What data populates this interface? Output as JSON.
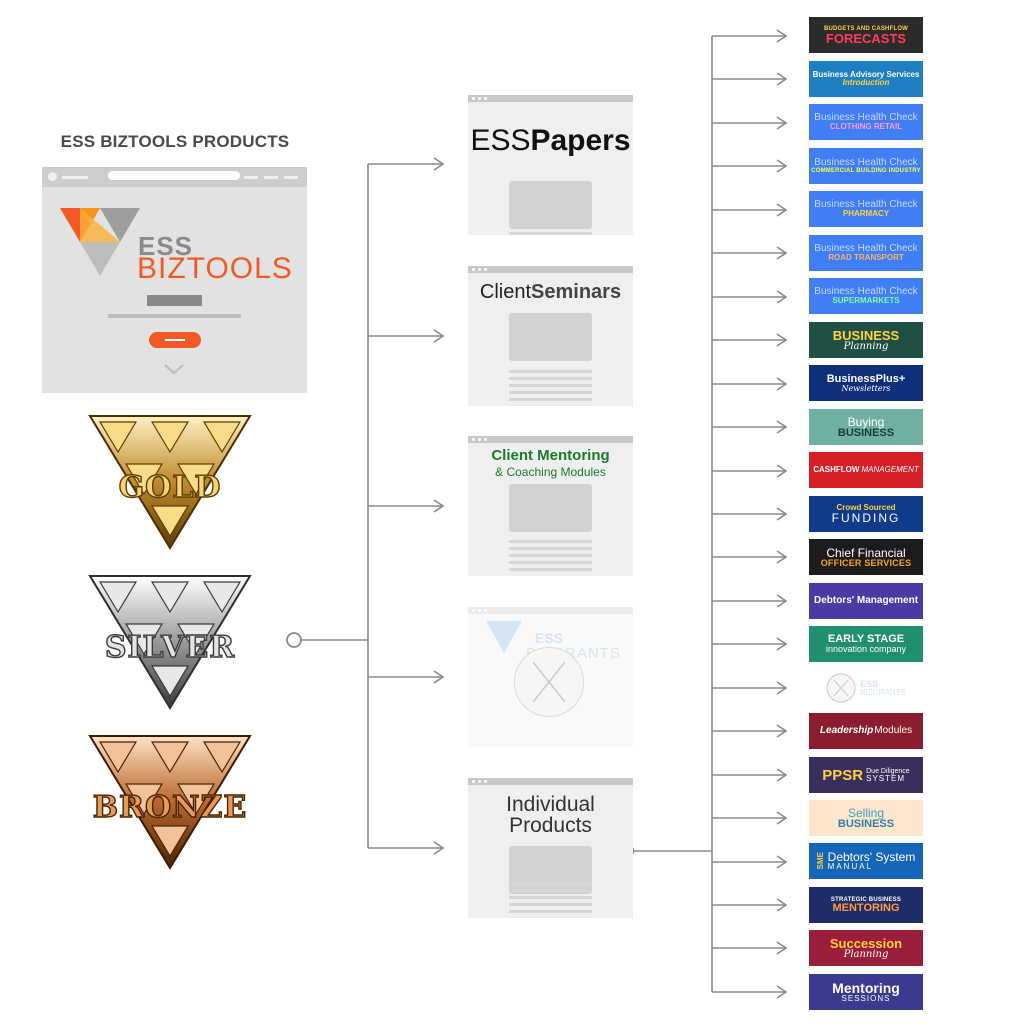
{
  "header": {
    "title": "ESS BIZTOOLS PRODUCTS"
  },
  "main_logo": {
    "line1": "ESS",
    "line2": "BIZTOOLS"
  },
  "colors": {
    "brand_orange": "#f15a24",
    "connector": "#8a8a8a",
    "card_bg": "#efefef"
  },
  "tiers": [
    {
      "label": "GOLD"
    },
    {
      "label": "SILVER"
    },
    {
      "label": "BRONZE"
    }
  ],
  "cards": {
    "papers": {
      "part1": "ESS",
      "part2": "Papers"
    },
    "seminars": {
      "part1": "Client",
      "part2": "Seminars"
    },
    "mentoring": {
      "line1": "Client Mentoring",
      "line2": "& Coaching Modules"
    },
    "bizgrants": {
      "line1": "ESS",
      "line2": "BIZGRANTS"
    },
    "individual": {
      "line1": "Individual",
      "line2": "Products"
    }
  },
  "products": [
    {
      "line1": "BUDGETS AND CASHFLOW",
      "line2": "FORECASTS"
    },
    {
      "line1": "Business Advisory Services",
      "line2": "Introduction"
    },
    {
      "line1": "Business Health Check",
      "line2": "CLOTHING RETAIL"
    },
    {
      "line1": "Business Health Check",
      "line2": "COMMERCIAL BUILDING INDUSTRY"
    },
    {
      "line1": "Business Health Check",
      "line2": "PHARMACY"
    },
    {
      "line1": "Business Health Check",
      "line2": "ROAD TRANSPORT"
    },
    {
      "line1": "Business Health Check",
      "line2": "SUPERMARKETS"
    },
    {
      "line1": "BUSINESS",
      "line2": "Planning"
    },
    {
      "line1": "BusinessPlus+",
      "line2": "Newsletters"
    },
    {
      "line1": "Buying",
      "line2": "BUSINESS"
    },
    {
      "line1": "CASHFLOW",
      "line2": "MANAGEMENT"
    },
    {
      "line1": "Crowd Sourced",
      "line2": "FUNDING"
    },
    {
      "line1": "Chief Financial",
      "line2": "OFFICER SERVICES"
    },
    {
      "line1": "Debtors' Management",
      "line2": ""
    },
    {
      "line1": "EARLY STAGE",
      "line2": "innovation company"
    },
    {
      "line1": "ESS",
      "line2": "BIZGRANTS"
    },
    {
      "line1": "Leadership",
      "line2": "Modules"
    },
    {
      "line1": "PPSR",
      "line2": "Due Diligence",
      "line3": "SYSTEM"
    },
    {
      "line1": "Selling",
      "line2": "BUSINESS"
    },
    {
      "line1": "SME",
      "line2": "Debtors' System",
      "line3": "MANUAL"
    },
    {
      "line1": "STRATEGIC BUSINESS",
      "line2": "MENTORING"
    },
    {
      "line1": "Succession",
      "line2": "Planning"
    },
    {
      "line1": "Mentoring",
      "line2": "SESSIONS"
    }
  ]
}
